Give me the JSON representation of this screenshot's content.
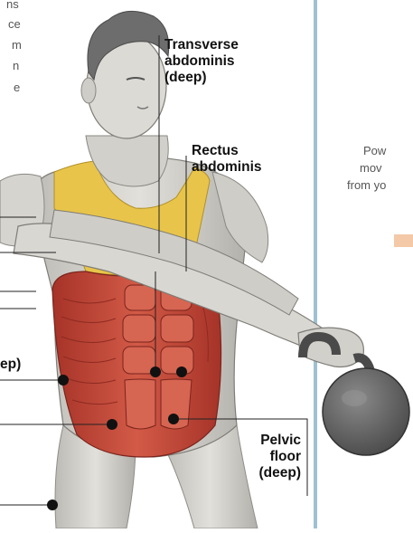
{
  "labels": {
    "transverse": [
      "Transverse",
      "abdominis",
      "(deep)"
    ],
    "rectus": [
      "Rectus",
      "abdominis"
    ],
    "pelvic": [
      "Pelvic",
      "floor",
      "(deep)"
    ],
    "left_partial": "ep)"
  },
  "top_left_partial": [
    "ns",
    "ce",
    "m",
    "n",
    "e"
  ],
  "right_partial": [
    "Pow",
    "mov",
    "from yo"
  ],
  "colors": {
    "muscle": "#c8483a",
    "muscle_dark": "#8e2a22",
    "skin": "#d9d7d2",
    "skin_shadow": "#a9a7a1",
    "vest": "#e9c64a",
    "hair": "#6d6d6d",
    "kettlebell": "#6b6b6b",
    "divider": "#9ec1d2",
    "leader": "#222222"
  }
}
